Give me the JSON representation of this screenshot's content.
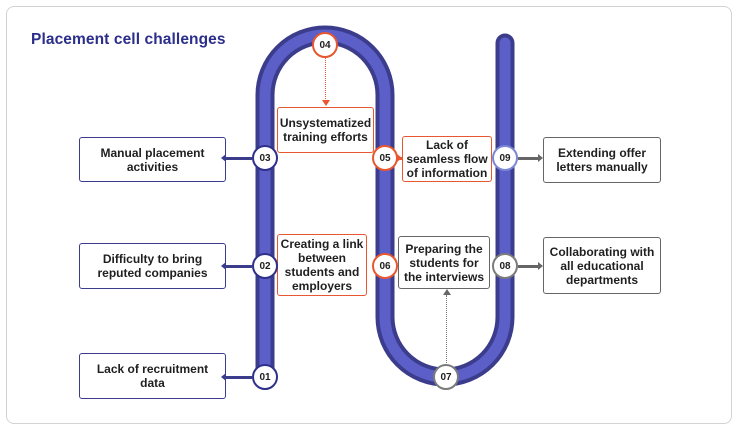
{
  "title": "Placement cell challenges",
  "colors": {
    "track": "#3b3d8c",
    "track_inner": "#5b5fc7",
    "navy": "#2b2e8a",
    "orange": "#e8572f",
    "gray": "#666666",
    "light_blue": "#7c86d6"
  },
  "nodes": [
    {
      "id": "01",
      "label": "01"
    },
    {
      "id": "02",
      "label": "02"
    },
    {
      "id": "03",
      "label": "03"
    },
    {
      "id": "04",
      "label": "04"
    },
    {
      "id": "05",
      "label": "05"
    },
    {
      "id": "06",
      "label": "06"
    },
    {
      "id": "07",
      "label": "07"
    },
    {
      "id": "08",
      "label": "08"
    },
    {
      "id": "09",
      "label": "09"
    }
  ],
  "challenges": {
    "c01": "Lack of recruitment data",
    "c02": "Difficulty to bring reputed companies",
    "c03": "Manual placement activities",
    "c04": "Unsystematized training efforts",
    "c05": "Lack of seamless flow of information",
    "c06": "Creating a link between students and employers",
    "c07": "Preparing the students for the interviews",
    "c08": "Collaborating with all educational departments",
    "c09": "Extending offer letters manually"
  }
}
